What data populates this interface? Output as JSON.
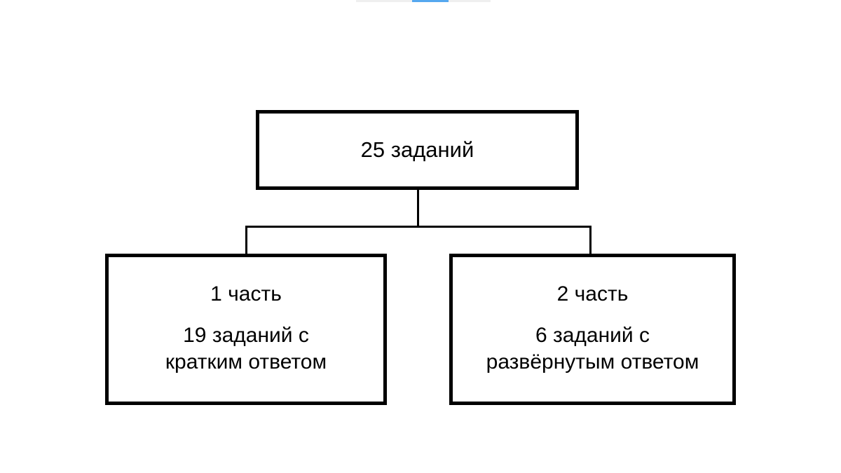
{
  "diagram": {
    "background_color": "#ffffff",
    "line_color": "#000000",
    "root": {
      "label": "25 заданий"
    },
    "children": [
      {
        "title": "1 часть",
        "desc_line1": "19 заданий с",
        "desc_line2": "кратким ответом"
      },
      {
        "title": "2 часть",
        "desc_line1": "6 заданий с",
        "desc_line2": "развёрнутым ответом"
      }
    ]
  },
  "scrub_bar": {
    "track_color": "#efefef",
    "fill_color": "#55a8ef"
  }
}
